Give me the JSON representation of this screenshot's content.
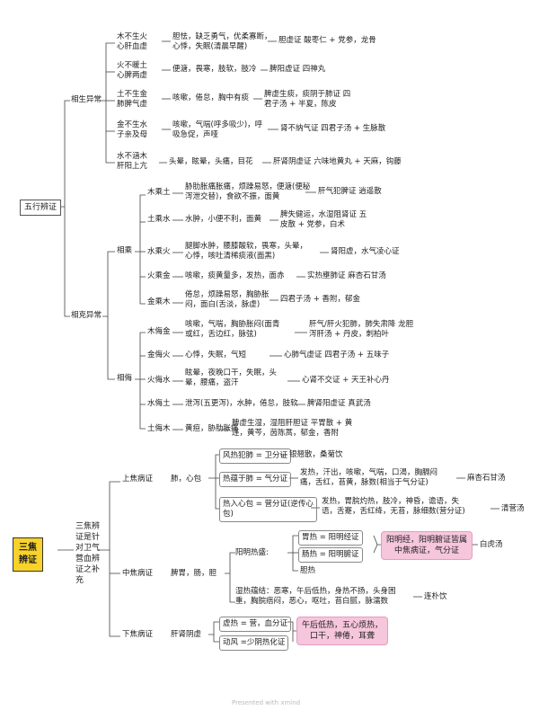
{
  "wuxing": {
    "root": "五行辨证",
    "xiangsheng": {
      "label": "相生异常",
      "items": [
        {
          "name": "木不生火\n心肝血虚",
          "symptoms": "胆怯，缺乏勇气，优柔寡断，\n心悸，失眠(清晨早醒)",
          "treatment": "胆虚证 酸枣仁 + 党参，龙骨"
        },
        {
          "name": "火不暖土\n心脾两虚",
          "symptoms": "便溏，畏寒，肢软，肢冷",
          "treatment": "脾阳虚证 四神丸"
        },
        {
          "name": "土不生金\n肺脾气虚",
          "symptoms": "咳嗽，倦怠，胸中有痰",
          "treatment": "脾虚生痰，痰阴于肺证 四\n君子汤 + 半夏，陈皮"
        },
        {
          "name": "金不生水\n子亲及母",
          "symptoms": "咳嗽，气喘(呼多吸少)，呼\n吸急促，声哑",
          "treatment": "肾不纳气证 四君子汤 + 生脉散"
        },
        {
          "name": "水不涵木\n肝阳上亢",
          "symptoms": "头晕，眩晕，头痛，目花",
          "treatment": "肝肾阴虚证 六味地黄丸 + 天麻，钩藤"
        }
      ]
    },
    "xiangke": {
      "label": "相克异常",
      "cheng": {
        "label": "相乘",
        "items": [
          {
            "name": "木乘土",
            "symptoms": "胁肋胀痛胀痛，烦躁易怒，便溏(便秘\n泻泄交替)，食欲不振，面黄",
            "treatment": "肝气犯脾证 逍遥散"
          },
          {
            "name": "土乘水",
            "symptoms": "水肿，小便不利，面黄",
            "treatment": "脾失健运，水湿阻肾证 五\n皮散 + 党参，白术"
          },
          {
            "name": "水乘火",
            "symptoms": "腿脚水肿，腰膝酸软，畏寒，头晕，\n心悸，咳吐清稀痰液(面黑)",
            "treatment": "肾阳虚，水气凌心证"
          },
          {
            "name": "火乘金",
            "symptoms": "咳嗽，痰黄量多，发热，面赤",
            "treatment": "实热壅肺证 麻杏石甘汤"
          },
          {
            "name": "金乘木",
            "symptoms": "倦怠，烦躁易怒，胸胁胀\n闷，面白(舌淡，脉虚)",
            "treatment": "四君子汤 + 香附，郁金"
          }
        ]
      },
      "wu": {
        "label": "相侮",
        "items": [
          {
            "name": "木侮金",
            "symptoms": "咳嗽，气喘，胸胁胀闷(面青\n或红，舌边红，脉弦)",
            "treatment": "肝气/肝火犯肺，肺失肃降 龙胆\n泻肝汤 + 丹皮，刺柏叶"
          },
          {
            "name": "金侮火",
            "symptoms": "心悸，失眠，气短",
            "treatment": "心肺气虚证 四君子汤 + 五味子"
          },
          {
            "name": "火侮水",
            "symptoms": "眩晕，夜晚口干，失眠，头\n晕，腰痛，盗汗",
            "treatment": "心肾不交证 + 天王补心丹"
          },
          {
            "name": "水侮土",
            "symptoms": "泄泻(五更泻)，水肿，倦怠，肢软",
            "treatment": "脾肾阳虚证 真武汤"
          },
          {
            "name": "土侮木",
            "symptoms": "黄疸，胁肋胀痛",
            "treatment": "脾虚生湿，湿阻肝胆证 平胃散 + 黄\n连，黄芩，茵陈蒿，郁金，香附"
          }
        ]
      }
    }
  },
  "sanjiao": {
    "root": "三焦\n辨证",
    "note": "三焦辨\n证是针\n对卫气\n营血辨\n证之补\n充",
    "shang": {
      "label": "上焦病证",
      "organ": "肺，心包",
      "items": [
        {
          "label": "风热犯肺 = 卫分证",
          "treatment": "银翘散，桑菊饮"
        },
        {
          "label": "热蕴于肺 = 气分证",
          "symptoms": "发热，汗出，咳嗽，气喘，口渴，胸膈闷\n痛，舌红，苔黄，脉数(相当于气分证)",
          "treatment": "麻杏石甘汤"
        },
        {
          "label": "热入心包 = 营分证(逆传心\n包)",
          "symptoms": "发热，胃脘灼热，肢冷，神昏，谵语，失\n语，舌蹇，舌红绛，无苔，脉细数(营分证)",
          "treatment": "清营汤"
        }
      ]
    },
    "zhong": {
      "label": "中焦病证",
      "organ": "脾胃，肠，胆",
      "yangming": "阳明热盛:",
      "wei": "胃热 = 阳明经证",
      "chang": "肠热 = 阳明腑证",
      "dan": "胆热",
      "pink": "阳明经，阳明腑证皆属\n中焦病证，气分证",
      "pink_treatment": "白虎汤",
      "shire": "湿热蕴结：恶寒，午后低热，身热不扬，头身困\n重，胸脘痞闷，恶心，呕吐，苔白腻，脉濡数",
      "shire_treatment": "连朴饮"
    },
    "xia": {
      "label": "下焦病证",
      "organ": "肝肾阴虚",
      "items": [
        {
          "label": "虚热 = 营，血分证"
        },
        {
          "label": "动风 =少阴热化证"
        }
      ],
      "pink": "午后低热，五心烦热，\n口干，神倦，耳聋"
    }
  },
  "footer": "Presented with xmind"
}
